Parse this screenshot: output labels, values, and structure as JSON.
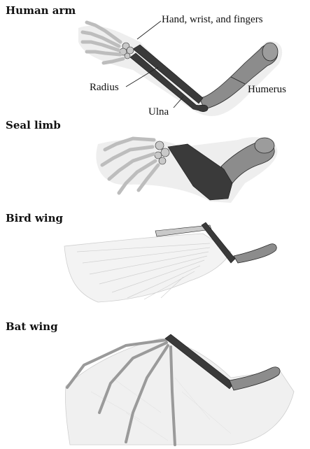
{
  "figure": {
    "panels": [
      {
        "title": "Human arm"
      },
      {
        "title": "Seal limb"
      },
      {
        "title": "Bird wing"
      },
      {
        "title": "Bat wing"
      }
    ],
    "labels": {
      "hand": "Hand, wrist, and fingers",
      "radius": "Radius",
      "ulna": "Ulna",
      "humerus": "Humerus"
    },
    "colors": {
      "humerus": "#8c8c8c",
      "radius_ulna": "#3a3a3a",
      "hand": "#c9c9c9",
      "outline": "#2a2a2a",
      "skin_shadow": "#e6e6e6",
      "feather": "#d9d9d9",
      "membrane": "#ececec"
    }
  }
}
